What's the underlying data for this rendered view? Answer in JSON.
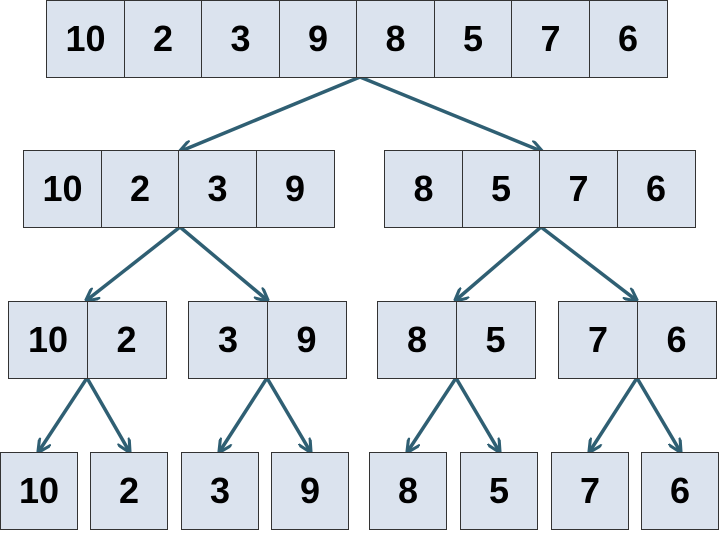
{
  "root": {
    "values": [
      "10",
      "2",
      "3",
      "9",
      "8",
      "5",
      "7",
      "6"
    ]
  },
  "halves": [
    {
      "values": [
        "10",
        "2",
        "3",
        "9"
      ]
    },
    {
      "values": [
        "8",
        "5",
        "7",
        "6"
      ]
    }
  ],
  "quarters": [
    {
      "values": [
        "10",
        "2"
      ]
    },
    {
      "values": [
        "3",
        "9"
      ]
    },
    {
      "values": [
        "8",
        "5"
      ]
    },
    {
      "values": [
        "7",
        "6"
      ]
    }
  ],
  "leaves": [
    {
      "value": "10"
    },
    {
      "value": "2"
    },
    {
      "value": "3"
    },
    {
      "value": "9"
    },
    {
      "value": "8"
    },
    {
      "value": "5"
    },
    {
      "value": "7"
    },
    {
      "value": "6"
    }
  ],
  "colors": {
    "cell_fill": "#dbe3ee",
    "cell_border": "#333333",
    "arrow": "#2f5f73"
  }
}
